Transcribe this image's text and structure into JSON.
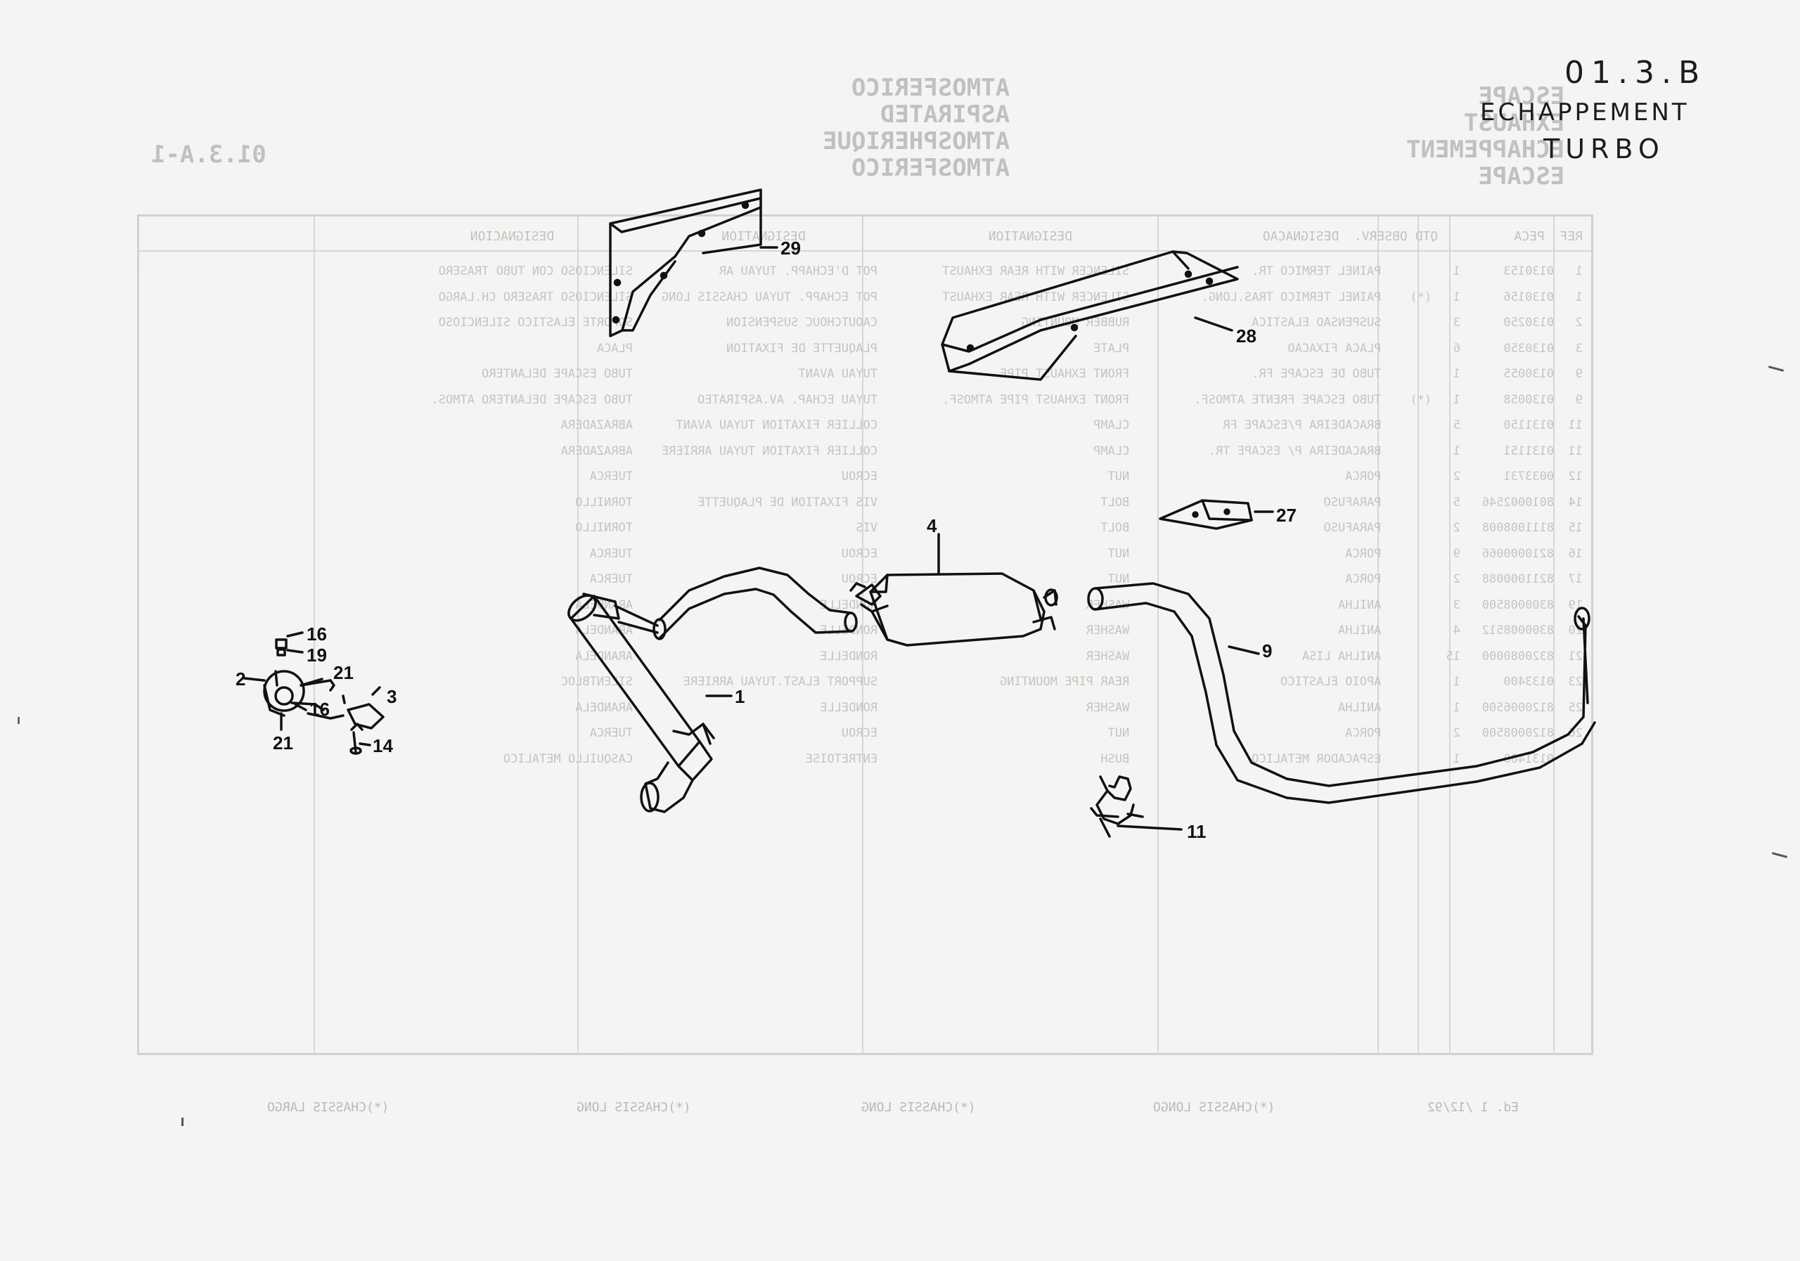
{
  "header": {
    "handwritten_ref": "01.3.B",
    "handwritten_title": "ECHAPPEMENT",
    "handwritten_sub": "TURBO"
  },
  "callouts": {
    "c1": "1",
    "c2": "2",
    "c3": "3",
    "c4": "4",
    "c9": "9",
    "c11": "11",
    "c14": "14",
    "c16a": "16",
    "c16b": "16",
    "c19": "19",
    "c21a": "21",
    "c21b": "21",
    "c27": "27",
    "c28": "28",
    "c29": "29"
  },
  "colors": {
    "ink": "#111111",
    "ghost": "#b8b8b6",
    "paper": "#f4f4f2"
  }
}
